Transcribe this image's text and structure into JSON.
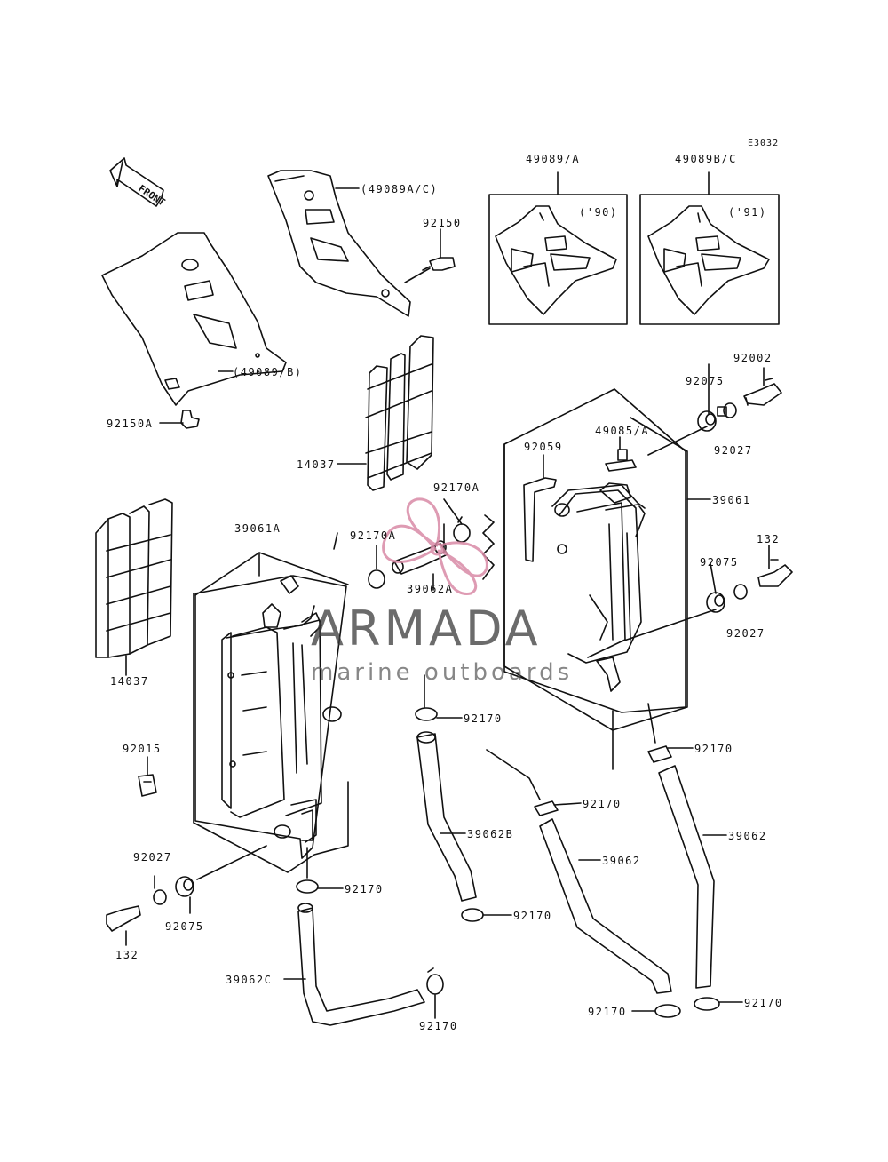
{
  "diagram_ref": "E3032",
  "front_label": "FRONT",
  "labels": {
    "shroud_ac": "(49089A/C)",
    "bolt_92150": "92150",
    "shroud_b": "(49089/B)",
    "bolt_92150a": "92150A",
    "box_a_title": "49089/A",
    "box_a_year": "('90)",
    "box_bc_title": "49089B/C",
    "box_bc_year": "('91)",
    "grille_upper": "14037",
    "grille_lower": "14037",
    "bolt_92002": "92002",
    "grommet_92075_top": "92075",
    "collar_92027_top": "92027",
    "cap_49085a": "49085/A",
    "hose_92059": "92059",
    "radiator_right": "39061",
    "clamp_92170a_right": "92170A",
    "clamp_92170a_left": "92170A",
    "hose_39062a": "39062A",
    "radiator_left": "39061A",
    "bolt_132_right": "132",
    "grommet_92075_right": "92075",
    "collar_92027_right": "92027",
    "clip_92015": "92015",
    "clamp_92170_mid": "92170",
    "clamp_92170_right_upper": "92170",
    "clamp_92170_center": "92170",
    "hose_39062b": "39062B",
    "hose_39062_center": "39062",
    "hose_39062_right": "39062",
    "collar_92027_left": "92027",
    "grommet_92075_left": "92075",
    "bolt_132_left": "132",
    "clamp_92170_left": "92170",
    "clamp_92170_b": "92170",
    "hose_39062c": "39062C",
    "clamp_92170_bottom_left": "92170",
    "clamp_92170_bottom_mid": "92170",
    "clamp_92170_bottom_right": "92170"
  },
  "watermark": {
    "title": "ARMADA",
    "subtitle": "marine outboards"
  }
}
